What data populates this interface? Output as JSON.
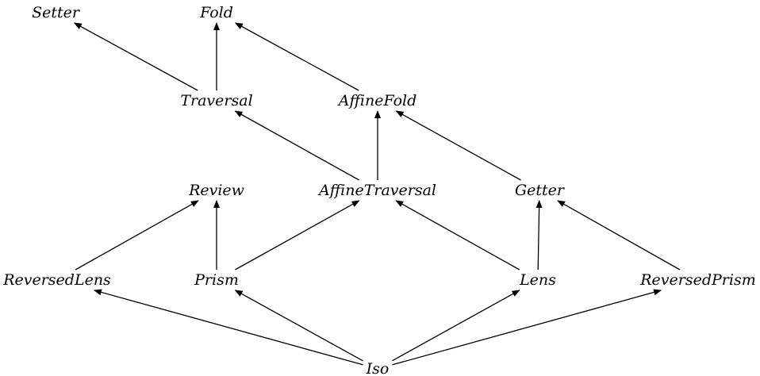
{
  "diagram": {
    "nodes": [
      {
        "id": "setter",
        "label": "Setter"
      },
      {
        "id": "fold",
        "label": "Fold"
      },
      {
        "id": "traversal",
        "label": "Traversal"
      },
      {
        "id": "affinefold",
        "label": "AffineFold"
      },
      {
        "id": "review",
        "label": "Review"
      },
      {
        "id": "affinetraversal",
        "label": "AffineTraversal"
      },
      {
        "id": "getter",
        "label": "Getter"
      },
      {
        "id": "reversedlens",
        "label": "ReversedLens"
      },
      {
        "id": "prism",
        "label": "Prism"
      },
      {
        "id": "lens",
        "label": "Lens"
      },
      {
        "id": "reversedprism",
        "label": "ReversedPrism"
      },
      {
        "id": "iso",
        "label": "Iso"
      }
    ],
    "edges": [
      {
        "from": "traversal",
        "to": "setter"
      },
      {
        "from": "traversal",
        "to": "fold"
      },
      {
        "from": "affinefold",
        "to": "fold"
      },
      {
        "from": "affinetraversal",
        "to": "traversal"
      },
      {
        "from": "affinetraversal",
        "to": "affinefold"
      },
      {
        "from": "getter",
        "to": "affinefold"
      },
      {
        "from": "reversedlens",
        "to": "review"
      },
      {
        "from": "prism",
        "to": "review"
      },
      {
        "from": "prism",
        "to": "affinetraversal"
      },
      {
        "from": "lens",
        "to": "affinetraversal"
      },
      {
        "from": "lens",
        "to": "getter"
      },
      {
        "from": "reversedprism",
        "to": "getter"
      },
      {
        "from": "iso",
        "to": "reversedlens"
      },
      {
        "from": "iso",
        "to": "prism"
      },
      {
        "from": "iso",
        "to": "lens"
      },
      {
        "from": "iso",
        "to": "reversedprism"
      }
    ]
  }
}
